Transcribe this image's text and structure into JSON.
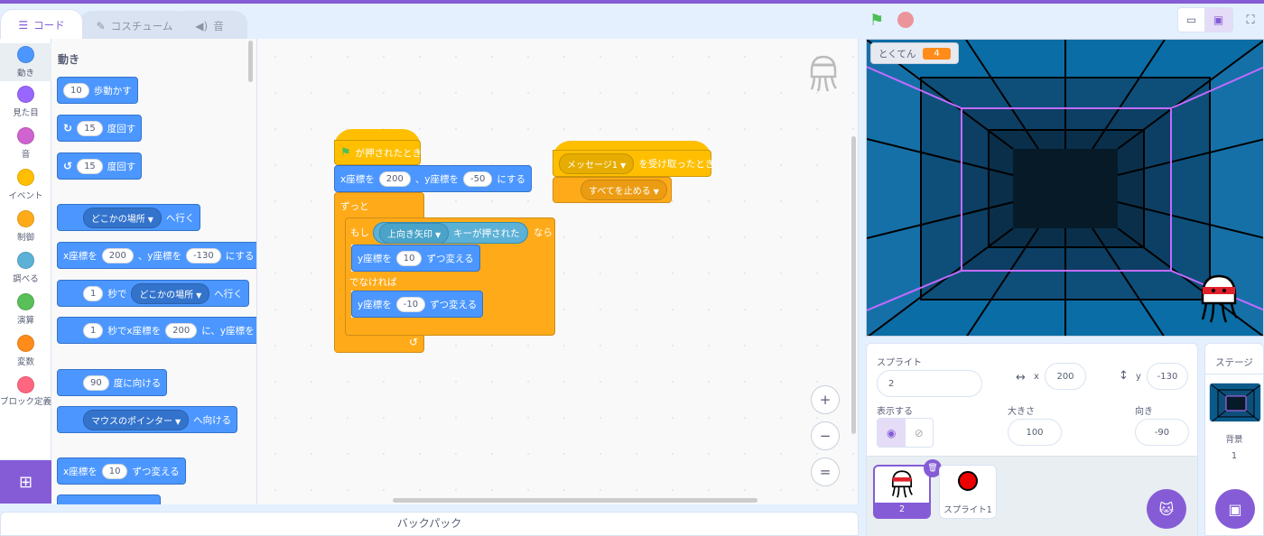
{
  "tabs": [
    {
      "icon": "code-icon",
      "label": "コード"
    },
    {
      "icon": "brush-icon",
      "label": "コスチューム"
    },
    {
      "icon": "speaker-icon",
      "label": "音"
    }
  ],
  "categories": [
    {
      "label": "動き",
      "color": "#4c97ff"
    },
    {
      "label": "見た目",
      "color": "#9966ff"
    },
    {
      "label": "音",
      "color": "#cf63cf"
    },
    {
      "label": "イベント",
      "color": "#ffbf00"
    },
    {
      "label": "制御",
      "color": "#ffab19"
    },
    {
      "label": "調べる",
      "color": "#5cb1d6"
    },
    {
      "label": "演算",
      "color": "#59c059"
    },
    {
      "label": "変数",
      "color": "#ff8c1a"
    },
    {
      "label": "ブロック定義",
      "color": "#ff6680"
    }
  ],
  "palette": {
    "title": "動き",
    "move": {
      "value": "10",
      "text": "歩動かす"
    },
    "turn_right": {
      "value": "15",
      "text": "度回す"
    },
    "turn_left": {
      "value": "15",
      "text": "度回す"
    },
    "goto": {
      "dropdown": "どこかの場所",
      "text": "へ行く"
    },
    "gotoxy": {
      "t1": "x座標を",
      "x": "200",
      "t2": "、y座標を",
      "y": "-130",
      "t3": "にする"
    },
    "glide": {
      "value": "1",
      "t1": "秒で",
      "dropdown": "どこかの場所",
      "t2": "へ行く"
    },
    "glidexy": {
      "value": "1",
      "t1": "秒でx座標を",
      "x": "200",
      "t2": "に、y座標を"
    },
    "point": {
      "value": "90",
      "text": "度に向ける"
    },
    "pointto": {
      "dropdown": "マウスのポインター",
      "text": "へ向ける"
    },
    "changex": {
      "t1": "x座標を",
      "value": "10",
      "t2": "ずつ変える"
    }
  },
  "script": {
    "hat1": {
      "text": "が押されたとき"
    },
    "setxy": {
      "t1": "x座標を",
      "x": "200",
      "t2": "、y座標を",
      "y": "-50",
      "t3": "にする"
    },
    "forever": "ずっと",
    "if_label": "もし",
    "key_dropdown": "上向き矢印",
    "key_text": "キーが押された",
    "then_label": "なら",
    "changey1": {
      "t1": "y座標を",
      "value": "10",
      "t2": "ずつ変える"
    },
    "else_label": "でなければ",
    "changey2": {
      "t1": "y座標を",
      "value": "-10",
      "t2": "ずつ変える"
    },
    "hat2": {
      "dropdown": "メッセージ1",
      "text": "を受け取ったとき"
    },
    "stop": {
      "dropdown": "すべてを止める"
    }
  },
  "zoom": {
    "in": "+",
    "out": "−",
    "reset": "="
  },
  "backpack": "バックパック",
  "monitor": {
    "label": "とくてん",
    "value": "4"
  },
  "sprite_info": {
    "sprite_label": "スプライト",
    "sprite_name": "2",
    "x_label": "x",
    "x_value": "200",
    "y_label": "y",
    "y_value": "-130",
    "show_label": "表示する",
    "size_label": "大きさ",
    "size_value": "100",
    "direction_label": "向き",
    "direction_value": "-90"
  },
  "sprites": [
    {
      "name": "2",
      "selected": true
    },
    {
      "name": "スプライト1",
      "selected": false
    }
  ],
  "stage_panel": {
    "title": "ステージ",
    "backdrops_label": "背景",
    "backdrops_count": "1"
  }
}
